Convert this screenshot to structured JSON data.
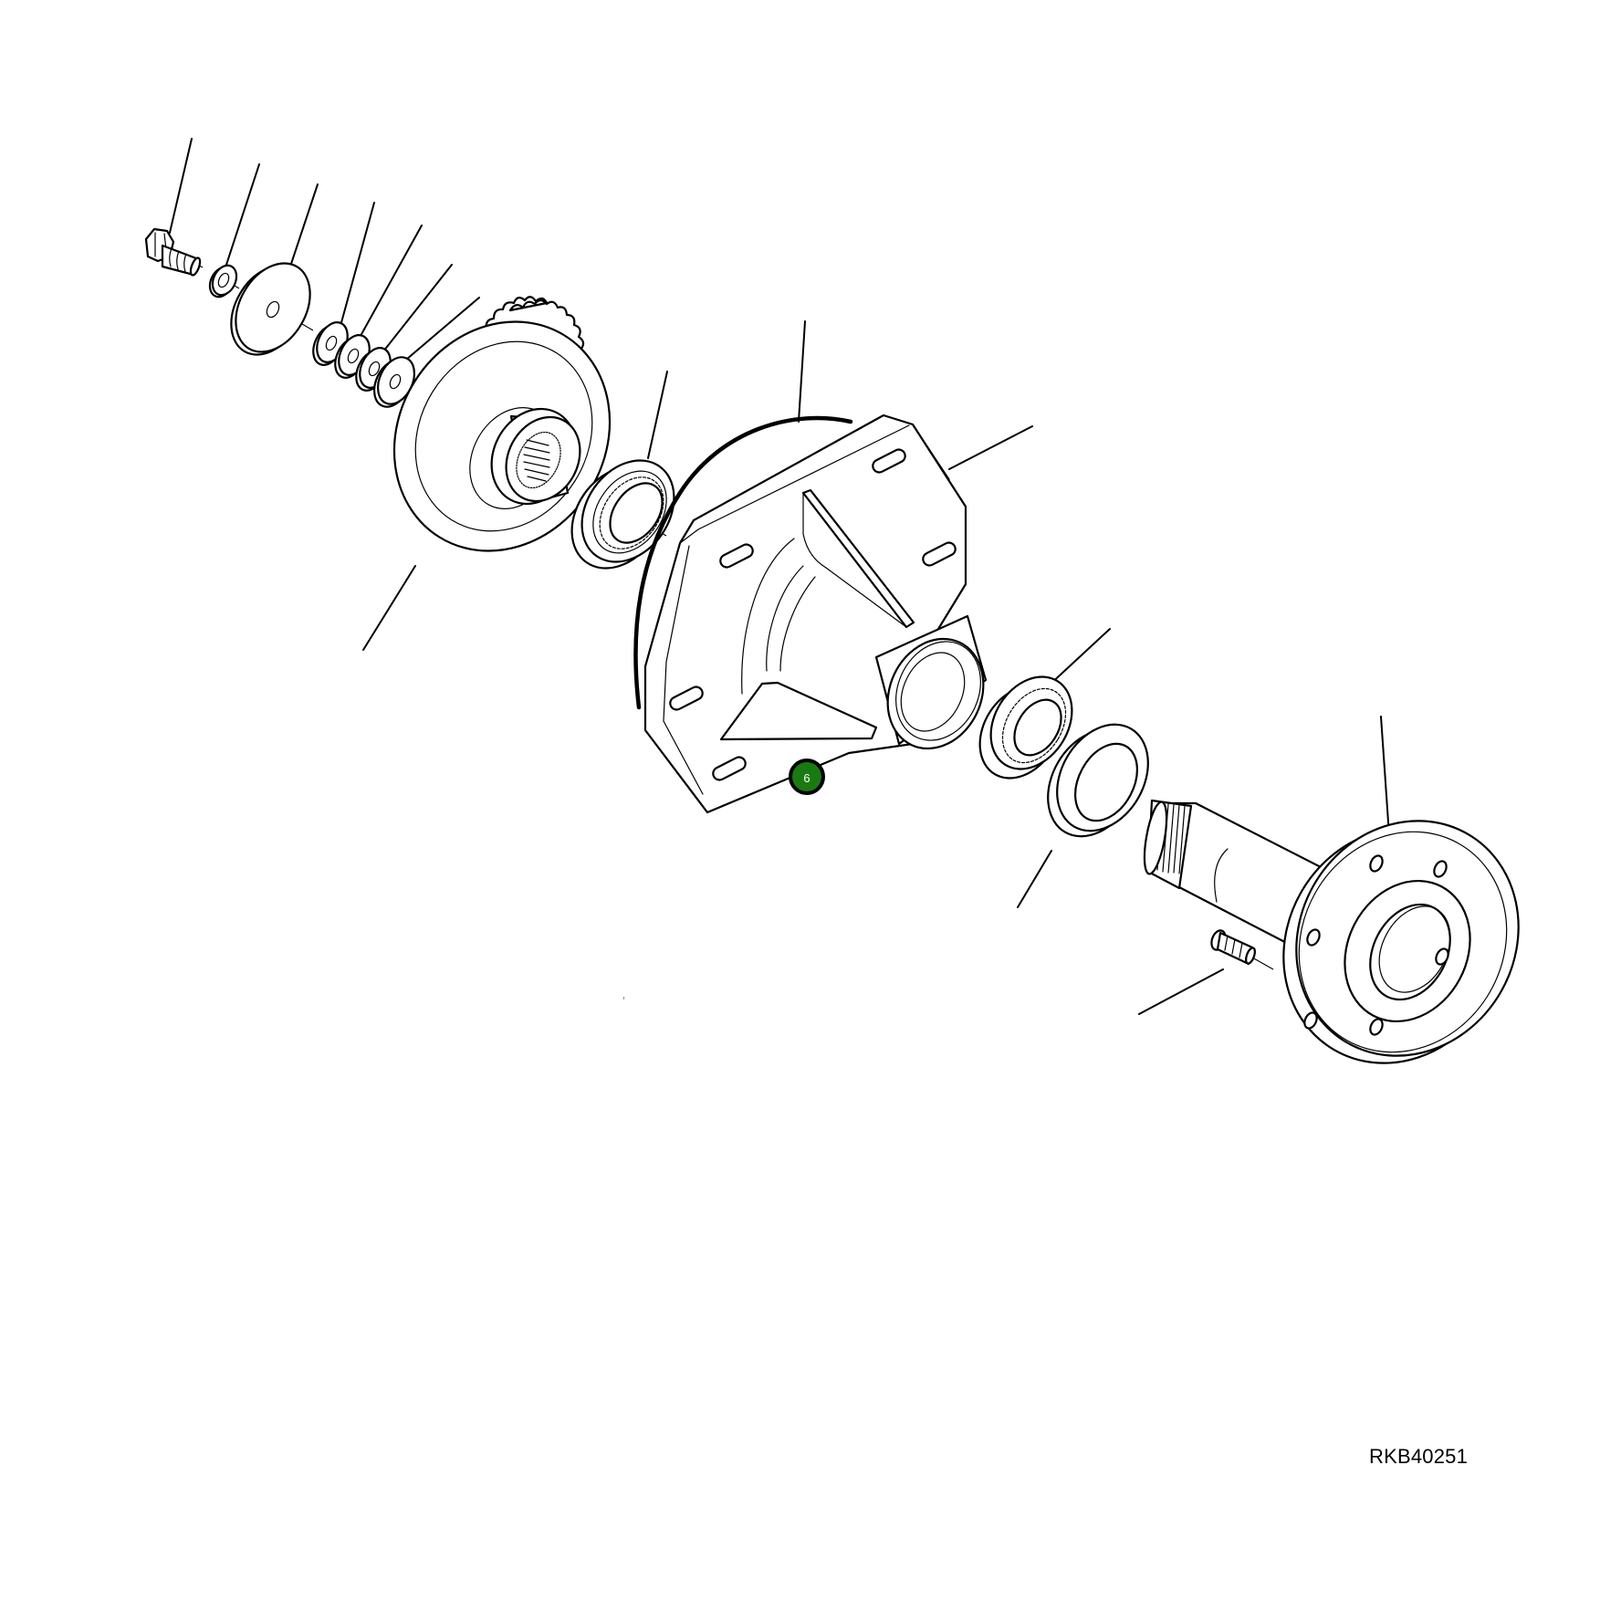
{
  "figure": {
    "id_label": "RKB40251",
    "type": "exploded parts diagram",
    "callouts": [
      {
        "number": "6",
        "color": "#1a7a12",
        "border_color": "#000000"
      }
    ],
    "parts": [
      {
        "name": "hex-bolt"
      },
      {
        "name": "lock-washer"
      },
      {
        "name": "large-flat-washer"
      },
      {
        "name": "shim-washer-1"
      },
      {
        "name": "shim-washer-2"
      },
      {
        "name": "shim-washer-3"
      },
      {
        "name": "thick-washer"
      },
      {
        "name": "sprocket"
      },
      {
        "name": "ball-bearing"
      },
      {
        "name": "o-ring"
      },
      {
        "name": "bearing-housing"
      },
      {
        "name": "tapered-roller-bearing"
      },
      {
        "name": "oil-seal"
      },
      {
        "name": "splined-flange-shaft"
      },
      {
        "name": "wheel-stud"
      }
    ]
  }
}
